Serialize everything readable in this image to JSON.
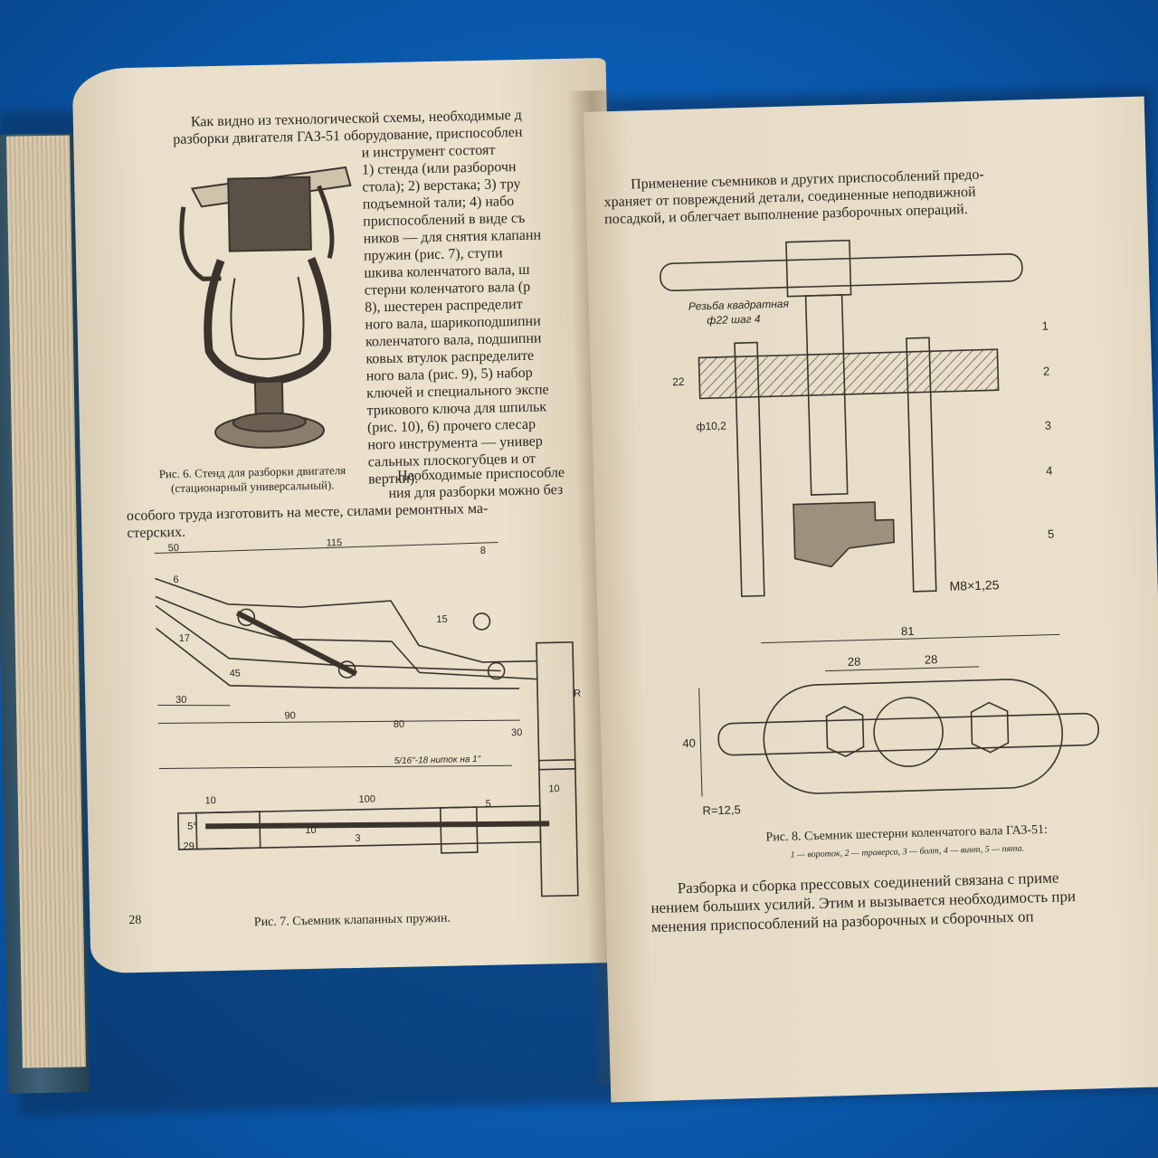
{
  "left_page": {
    "para1": [
      "Как видно из технологической схемы, необходимые д",
      "разборки двигателя ГАЗ-51 оборудование, приспособлен",
      "и инструмент состоят",
      "1) стенда (или разборочн",
      "стола); 2) верстака; 3) тру",
      "подъемной тали; 4) набо",
      "приспособлений в виде съ",
      "ников — для снятия клапанн",
      "пружин (рис. 7), ступи",
      "шкива коленчатого вала, ш",
      "стерни коленчатого вала (р",
      "8), шестерен распределит",
      "ного вала, шарикоподшипни",
      "коленчатого вала, подшипни",
      "ковых втулок распределите",
      "ного вала (рис. 9), 5) набор",
      "ключей и специального экспе",
      "трикового ключа для шпильк",
      "(рис. 10), 6) прочего слесар",
      "ного инструмента — универ",
      "сальных плоскогубцев и от",
      "вертки)."
    ],
    "fig6_caption": [
      "Рис. 6. Стенд для разборки двигателя",
      "(стационарный универсальный)."
    ],
    "para2": [
      "Необходимые приспособле",
      "ния для разборки можно без",
      "особого труда изготовить на месте, силами ремонтных ма-",
      "стерских."
    ],
    "fig7_dims": {
      "d50": "50",
      "d115": "115",
      "d8": "8",
      "d15": "15",
      "d17": "17",
      "d45": "45",
      "d6": "6",
      "d30a": "30",
      "d90": "90",
      "d80": "80",
      "d30b": "30",
      "thread": "5/16\"-18 ниток на 1\"",
      "d10a": "10",
      "d100": "100",
      "d10b": "10",
      "d5": "5",
      "d29": "29",
      "d5deg": "5°",
      "d3": "3",
      "d10c": "10",
      "r": "R"
    },
    "fig7_caption": "Рис. 7. Съемник клапанных пружин.",
    "page_number": "28"
  },
  "right_page": {
    "para1": [
      "Применение съемников и других приспособлений предо-",
      "храняет от повреждений детали, соединенные неподвижной",
      "посадкой, и облегчает выполнение разборочных операций."
    ],
    "fig8_labels": {
      "thread_note_1": "Резьба квадратная",
      "thread_note_2": "ф22 шаг 4",
      "l1": "1",
      "l2": "2",
      "l3": "3",
      "l4": "4",
      "l5": "5",
      "d22": "22",
      "d102": "ф10,2",
      "m8": "М8×1,25",
      "d81": "81",
      "d28a": "28",
      "d28b": "28",
      "d40": "40",
      "r125": "R=12,5"
    },
    "fig8_caption": "Рис. 8. Съемник шестерни коленчатого вала ГАЗ-51:",
    "fig8_legend": "1 — вороток, 2 — траверса, 3 — болт, 4 — винт, 5 — пята.",
    "para2": [
      "Разборка и сборка прессовых соединений связана с приме",
      "нением больших усилий. Этим и вызывается необходимость при",
      "менения приспособлений на разборочных и сборочных оп"
    ]
  }
}
